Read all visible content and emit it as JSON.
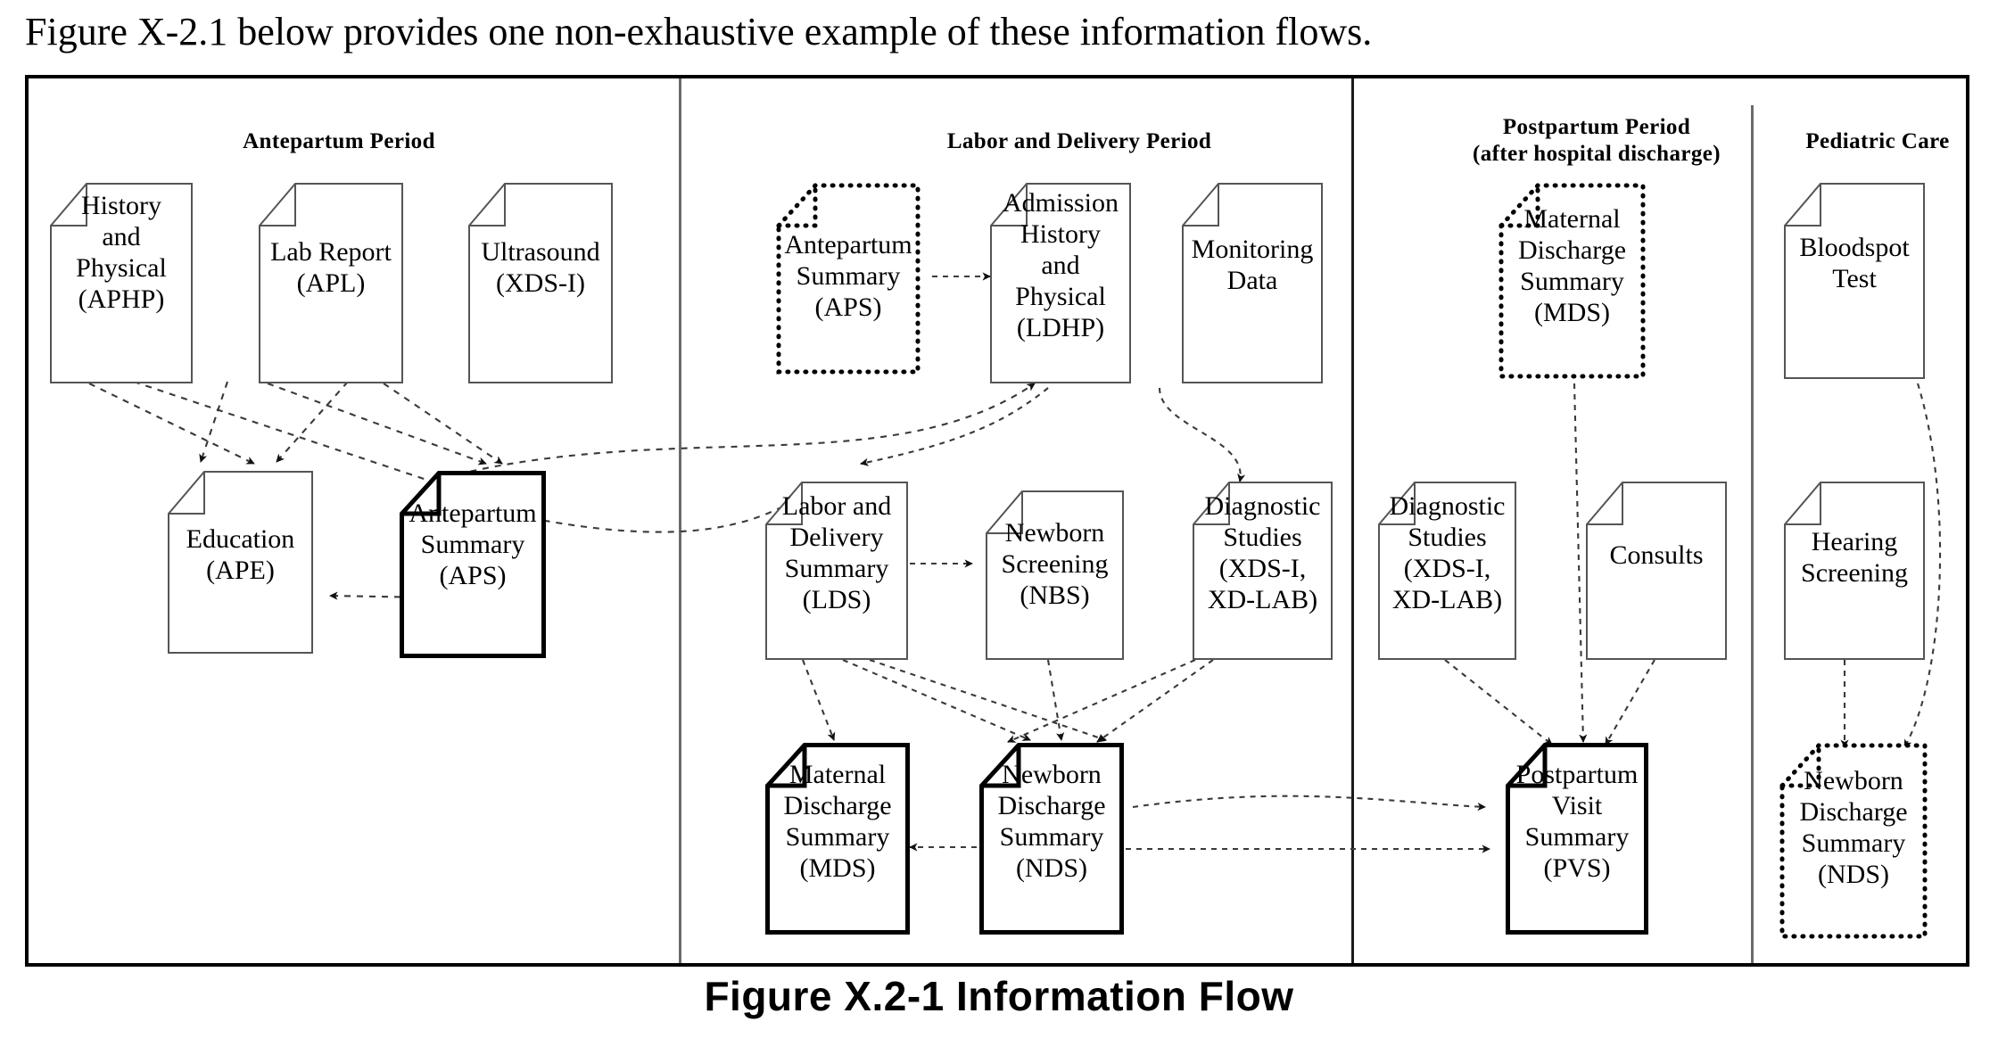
{
  "intro": {
    "text": "Figure X-2.1 below provides one non-exhaustive example of these information flows."
  },
  "caption": {
    "text": "Figure X.2-1 Information Flow"
  },
  "sections": [
    {
      "id": "antepartum",
      "title": "Antepartum Period"
    },
    {
      "id": "labor",
      "title": "Labor and Delivery Period"
    },
    {
      "id": "postpartum",
      "title": "Postpartum  Period\n(after hospital discharge)"
    },
    {
      "id": "pediatric",
      "title": "Pediatric  Care"
    }
  ],
  "section_titles": {
    "antepartum": "Antepartum Period",
    "labor": "Labor and Delivery Period",
    "postpartum_line1": "Postpartum  Period",
    "postpartum_line2": "(after hospital discharge)",
    "pediatric": "Pediatric  Care"
  },
  "documents": {
    "aphp": {
      "lines": [
        "History",
        "and",
        "Physical",
        "(APHP)"
      ],
      "border": "solid"
    },
    "apl": {
      "lines": [
        "Lab Report",
        "(APL)"
      ],
      "border": "solid"
    },
    "ultrasound": {
      "lines": [
        "Ultrasound",
        "(XDS-I)"
      ],
      "border": "solid"
    },
    "ape": {
      "lines": [
        "Education",
        "(APE)"
      ],
      "border": "solid"
    },
    "aps_ante": {
      "lines": [
        "Antepartum",
        "Summary",
        "(APS)"
      ],
      "border": "bold"
    },
    "aps_labor": {
      "lines": [
        "Antepartum",
        "Summary",
        "(APS)"
      ],
      "border": "dotted"
    },
    "ldhp": {
      "lines": [
        "Admission",
        "History",
        "and",
        "Physical",
        "(LDHP)"
      ],
      "border": "solid"
    },
    "monitoring": {
      "lines": [
        "Monitoring",
        "Data"
      ],
      "border": "solid"
    },
    "lds": {
      "lines": [
        "Labor and",
        "Delivery",
        "Summary",
        "(LDS)"
      ],
      "border": "solid"
    },
    "nbs": {
      "lines": [
        "Newborn",
        "Screening",
        "(NBS)"
      ],
      "border": "solid"
    },
    "ds_labor": {
      "lines": [
        "Diagnostic",
        "Studies",
        "(XDS-I,",
        "XD-LAB)"
      ],
      "border": "solid"
    },
    "mds_labor": {
      "lines": [
        "Maternal",
        "Discharge",
        "Summary",
        "(MDS)"
      ],
      "border": "bold"
    },
    "nds_labor": {
      "lines": [
        "Newborn",
        "Discharge",
        "Summary",
        "(NDS)"
      ],
      "border": "bold"
    },
    "mds_post": {
      "lines": [
        "Maternal",
        "Discharge",
        "Summary",
        "(MDS)"
      ],
      "border": "dotted"
    },
    "ds_post": {
      "lines": [
        "Diagnostic",
        "Studies",
        "(XDS-I,",
        "XD-LAB)"
      ],
      "border": "solid"
    },
    "consults": {
      "lines": [
        "Consults"
      ],
      "border": "solid"
    },
    "pvs": {
      "lines": [
        "Postpartum",
        "Visit",
        "Summary",
        "(PVS)"
      ],
      "border": "bold"
    },
    "bloodspot": {
      "lines": [
        "Bloodspot",
        "Test"
      ],
      "border": "solid"
    },
    "hearing": {
      "lines": [
        "Hearing",
        "Screening"
      ],
      "border": "solid"
    },
    "nds_ped": {
      "lines": [
        "Newborn",
        "Discharge",
        "Summary",
        "(NDS)"
      ],
      "border": "dotted"
    }
  },
  "colors": {
    "ink": "#000000",
    "frame": "#000000",
    "divider": "#6b6b6b",
    "connector": "#3a3a3a",
    "page_outline": "#555555"
  }
}
